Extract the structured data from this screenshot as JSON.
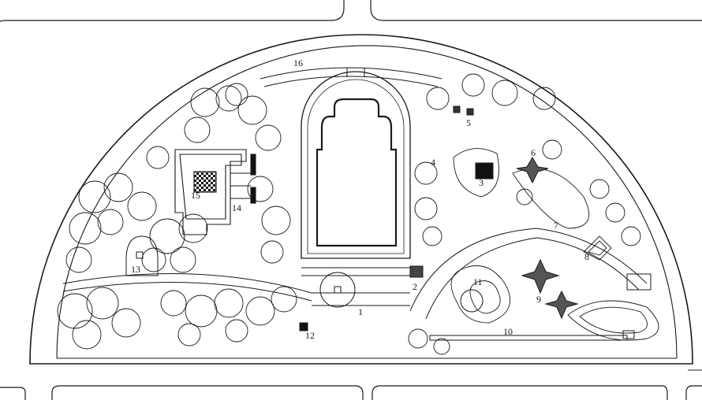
{
  "plan": {
    "labels": [
      "1",
      "2",
      "3",
      "4",
      "5",
      "6",
      "7",
      "8",
      "9",
      "10",
      "11",
      "12",
      "13",
      "14",
      "15",
      "16"
    ]
  }
}
